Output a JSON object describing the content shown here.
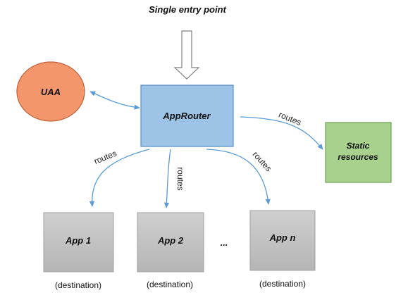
{
  "title": "Single entry point",
  "nodes": {
    "uaa": "UAA",
    "approuter": "AppRouter",
    "static_line1": "Static",
    "static_line2": "resources",
    "app1": "App 1",
    "app2": "App 2",
    "appn": "App n",
    "ellipsis": "..."
  },
  "captions": {
    "app1": "(destination)",
    "app2": "(destination)",
    "appn": "(destination)"
  },
  "edges": {
    "routes_static": "routes",
    "routes_app1": "routes",
    "routes_app2": "routes",
    "routes_appn": "routes"
  },
  "colors": {
    "uaa_fill": "#f4966b",
    "uaa_stroke": "#c0603a",
    "approuter_fill": "#9dc3e6",
    "approuter_stroke": "#5b8ec4",
    "static_fill": "#a9d18e",
    "static_stroke": "#6e9f55",
    "app_fill": "#bfbfbf",
    "app_stroke": "#a0a0a0",
    "arrow": "#5b9bd5"
  },
  "icons": {
    "entry_arrow": "hollow-down-arrow-icon"
  }
}
